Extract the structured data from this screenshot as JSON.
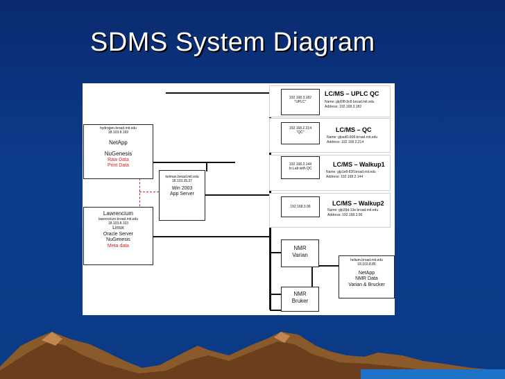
{
  "title": "SDMS System Diagram",
  "hydrogen": {
    "host": "hydrogen.broad.mit.edu",
    "ip": "18.103.8.169",
    "app": "NetApp",
    "software": "NuGenesis",
    "raw": "Raw Data",
    "print": "Print Data"
  },
  "kelman": {
    "host": "kelman.broad.mit.edu",
    "ip": "18.103.35.27",
    "os": "Win 2003",
    "role": "App Server"
  },
  "lawrencium": {
    "name": "Lawrencium",
    "host": "lawrencium.broad.mit.edu",
    "ip": "18.103.8.103",
    "os": "Linux",
    "db": "Oracle Server",
    "software": "NuGenesis",
    "meta": "Meta data"
  },
  "instruments": [
    {
      "ip": "192.168.3.182",
      "note": "\"UPLC\"",
      "title": "LC/MS – UPLC QC",
      "name": "Name: glp5f8-9c8.broad.mit.edu",
      "address": "Address: 192.168.3.182"
    },
    {
      "ip": "192.168.2.214",
      "note": "\"QC\"",
      "title": "LC/MS – QC",
      "name": "Name:  glpad0-908.broad.mit.edu",
      "address": "Address:  192.168.2.214"
    },
    {
      "ip": "192.168.2.144",
      "note": "In Lab with QC",
      "title": "LC/MS – Walkup1",
      "name": "Name:  glp1e8-83f.broad.mit.edu",
      "address": "Address: 192.168.2.144"
    },
    {
      "ip": "192.168.3.99",
      "note": "",
      "title": "LC/MS – Walkup2",
      "name": "Name:  glp39d-13e.broad.mit.edu",
      "address": "Address: 192.168.3.99"
    }
  ],
  "nmr_varian": {
    "line1": "NMR",
    "line2": "Varian"
  },
  "nmr_bruker": {
    "line1": "NMR",
    "line2": "Bruker"
  },
  "helium": {
    "host": "helium.broad.mit.edu",
    "ip": "18.103.8.85",
    "app": "NetApp",
    "data": "NMR Data",
    "desc": "Varian & Brucker"
  }
}
